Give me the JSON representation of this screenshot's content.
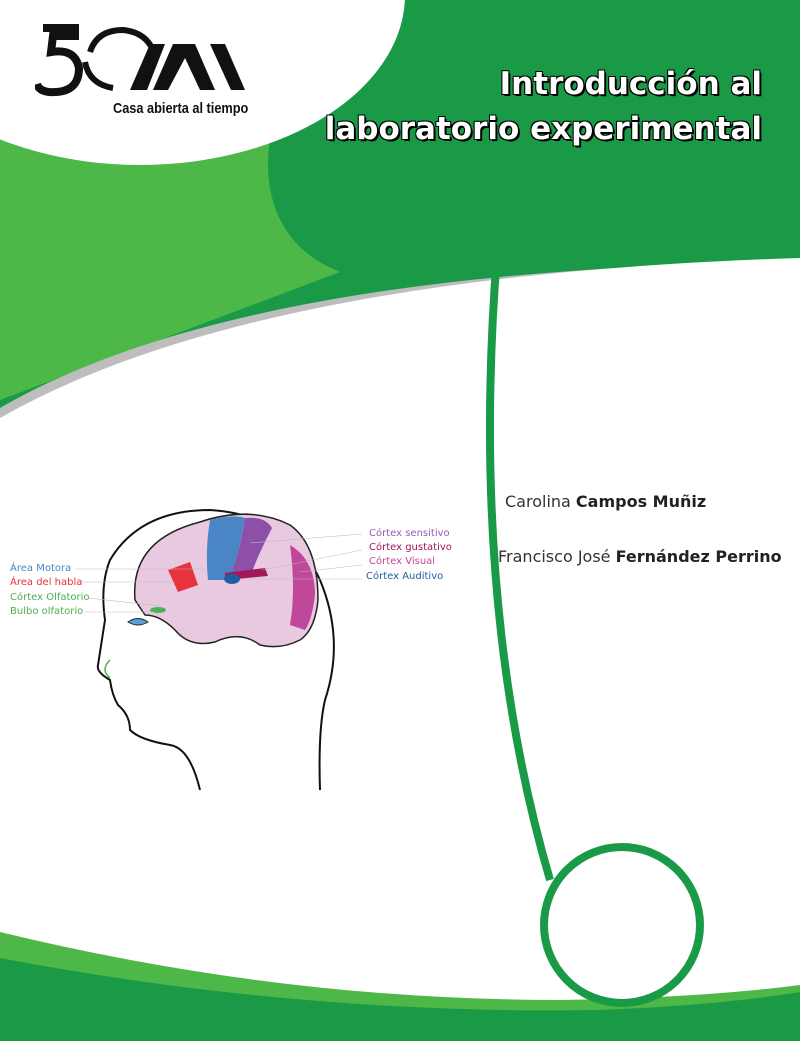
{
  "logo": {
    "text": "Casa abierta al tiempo",
    "mark": "50 UAM"
  },
  "title": {
    "line1": "Introducción al",
    "line2": "laboratorio experimental"
  },
  "authors": [
    {
      "first": "Carolina",
      "last": "Campos Muñiz"
    },
    {
      "first": "Francisco José",
      "last": "Fernández Perrino"
    }
  ],
  "diagram": {
    "left_labels": [
      {
        "text": "Área Motora",
        "color": "#4a86c5"
      },
      {
        "text": "Área del habla",
        "color": "#e8323c"
      },
      {
        "text": "Córtex Olfatorio",
        "color": "#4caf50"
      },
      {
        "text": "Bulbo olfatorio",
        "color": "#4caf50"
      }
    ],
    "right_labels": [
      {
        "text": "Córtex sensitivo",
        "color": "#9b59b6"
      },
      {
        "text": "Córtex gustativo",
        "color": "#a3185a"
      },
      {
        "text": "Córtex Visual",
        "color": "#c0479a"
      },
      {
        "text": "Córtex Auditivo",
        "color": "#1f5fa0"
      }
    ]
  },
  "colors": {
    "green_dark": "#1a9a47",
    "green_light": "#4db848"
  }
}
